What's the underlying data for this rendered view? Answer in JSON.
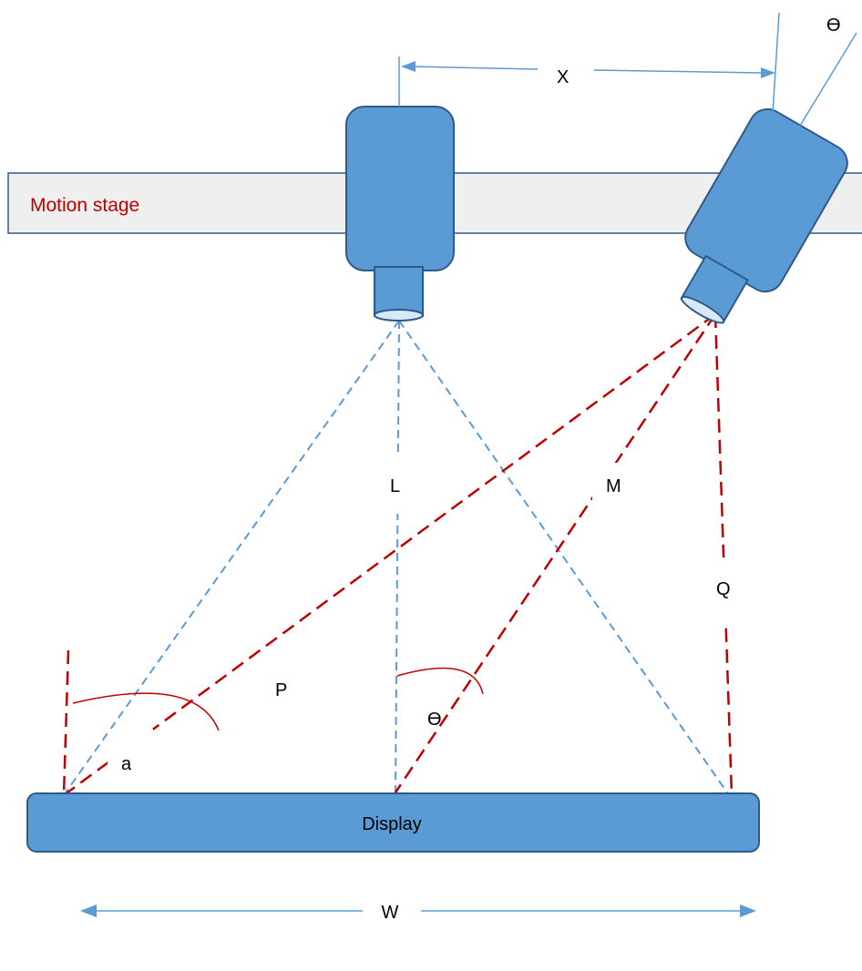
{
  "labels": {
    "motion_stage": "Motion stage",
    "display": "Display",
    "x": "X",
    "w": "W",
    "l": "L",
    "m": "M",
    "q": "Q",
    "p": "P",
    "a": "a",
    "theta_top": "Ɵ",
    "theta_mid": "Ɵ"
  },
  "colors": {
    "device_fill": "#5b9bd5",
    "device_stroke": "#2e5a8a",
    "lens_face": "#d9e8f6",
    "stage_fill": "#efefef",
    "stage_stroke": "#2e5a8a",
    "blue_line": "#5b9bd5",
    "red_line": "#c00000",
    "label_red": "#c00000",
    "label_black": "#000000"
  }
}
